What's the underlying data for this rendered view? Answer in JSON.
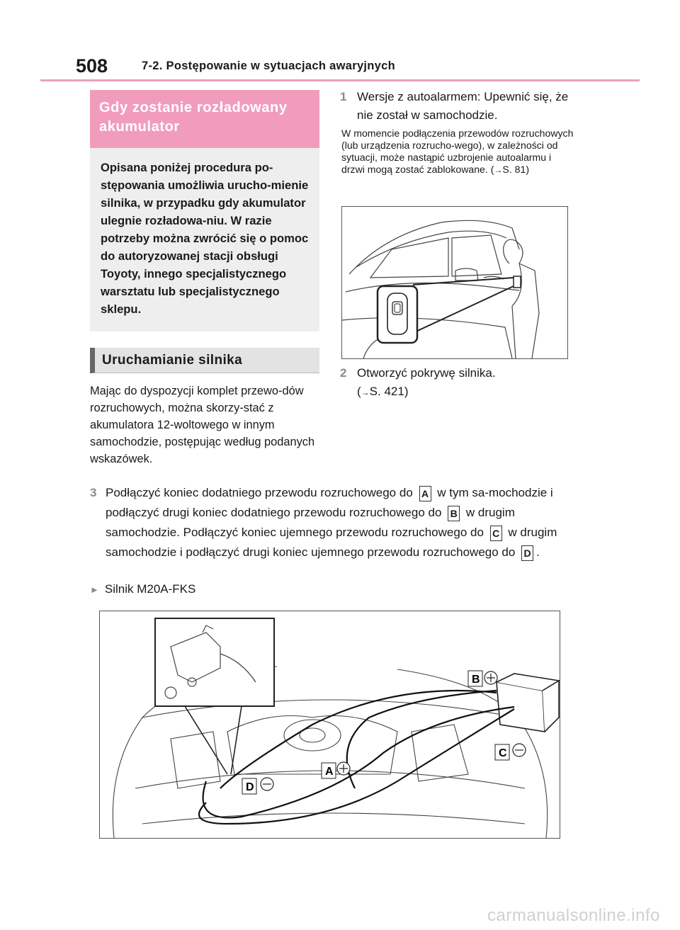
{
  "header": {
    "page_number": "508",
    "title": "7-2. Postępowanie w sytuacjach awaryjnych"
  },
  "warning_box": {
    "title": "Gdy zostanie rozładowany akumulator",
    "text": "Opisana poniżej procedura po-stępowania umożliwia urucho-mienie silnika, w przypadku gdy akumulator ulegnie rozładowa-niu. W razie potrzeby można zwrócić się o pomoc do autoryzowanej stacji obsługi Toyoty, innego specjalistycznego warsztatu lub specjalistycznego sklepu."
  },
  "section": {
    "heading": "Uruchamianie silnika",
    "intro": "Mając do dyspozycji komplet przewo-dów rozruchowych, można skorzy-stać z akumulatora 12-woltowego w innym samochodzie, postępując według podanych wskazówek."
  },
  "steps": [
    {
      "num": "1",
      "text": "Wersje z autoalarmem: Upewnić się, że nie został w samochodzie."
    },
    {
      "num": "2",
      "text_before": "Otworzyć pokrywę silnika.",
      "ref_arrow": "→",
      "ref": "S. 421"
    },
    {
      "num": "3",
      "part1": "Podłączyć koniec dodatniego przewodu rozruchowego do",
      "label_a": "A",
      "part2": "w tym sa-mochodzie i podłączyć drugi koniec dodatniego przewodu rozruchowego do",
      "label_b": "B",
      "part3": "w drugim samochodzie. Podłączyć koniec ujemnego przewodu rozruchowego do",
      "label_c": "C",
      "part4": "w drugim samochodzie i podłączyć drugi koniec ujemnego przewodu rozruchowego do",
      "label_d": "D",
      "part5": "."
    }
  ],
  "note": {
    "text": "W momencie podłączenia przewodów rozruchowych (lub urządzenia rozrucho-wego), w zależności od sytuacji, może nastąpić uzbrojenie autoalarmu i drzwi mogą zostać zablokowane. (",
    "arrow": "→",
    "ref": "S. 81)"
  },
  "bullet": {
    "marker": "►",
    "text": "Silnik M20A-FKS"
  },
  "figure_labels": {
    "a": "A",
    "b": "B",
    "c": "C",
    "d": "D"
  },
  "watermark": "carmanualsonline.info",
  "colors": {
    "accent_pink": "#f29cbc",
    "rule_pink": "#e8a0bc",
    "gray_box": "#eeeeee"
  }
}
